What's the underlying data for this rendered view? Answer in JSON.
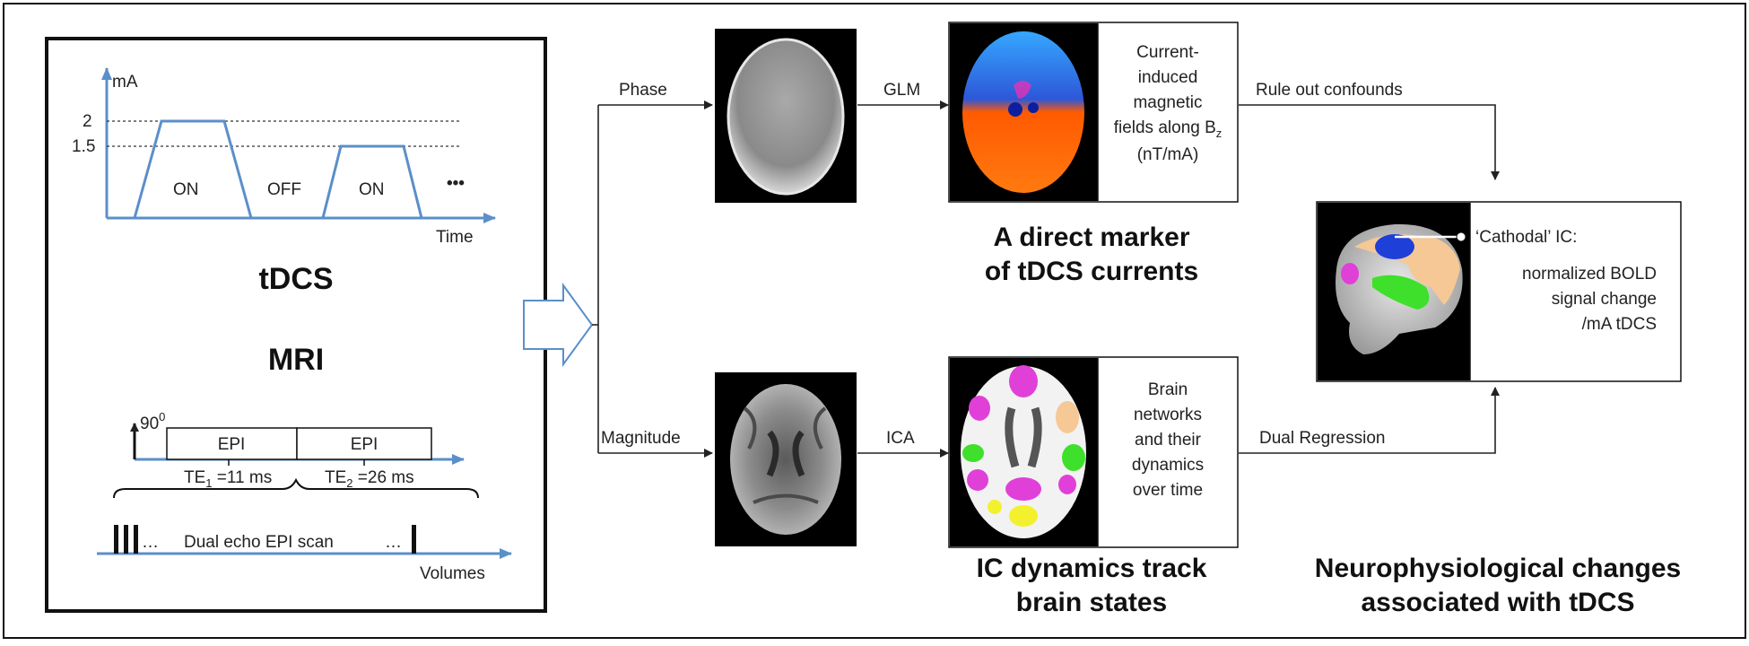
{
  "tdcs": {
    "y_unit": "mA",
    "tick_2": "2",
    "tick_15": "1.5",
    "on1": "ON",
    "off": "OFF",
    "on2": "ON",
    "ellipsis": "•••",
    "x_label": "Time",
    "title": "tDCS"
  },
  "mri": {
    "title": "MRI",
    "angle_base": "90",
    "angle_sup": "0",
    "epi1": "EPI",
    "epi2": "EPI",
    "te1_base": "TE",
    "te1_sub": "1",
    "te1_val": " =11 ms",
    "te2_base": "TE",
    "te2_sub": "2",
    "te2_val": " =26 ms",
    "scan_label": "Dual echo EPI scan",
    "dots_left": "…",
    "dots_right": "…",
    "x_label": "Volumes"
  },
  "flow": {
    "phase": "Phase",
    "magnitude": "Magnitude",
    "glm": "GLM",
    "ica": "ICA",
    "rule_out": "Rule out confounds",
    "dual_regression": "Dual Regression"
  },
  "phase_box": {
    "line1": "Current-",
    "line2": "induced",
    "line3": "magnetic",
    "line4_base": "fields along B",
    "line4_sub": "z",
    "line5": "(nT/mA)",
    "caption1": "A direct marker",
    "caption2": "of tDCS currents"
  },
  "ic_box": {
    "line1": "Brain",
    "line2": "networks",
    "line3": "and their",
    "line4": "dynamics",
    "line5": "over time",
    "caption1": "IC dynamics track",
    "caption2": "brain states"
  },
  "result_box": {
    "line1": "‘Cathodal’ IC:",
    "line2": "normalized BOLD",
    "line3": "signal change",
    "line4": "/mA tDCS",
    "caption1": "Neurophysiological changes",
    "caption2": "associated with tDCS"
  },
  "colors": {
    "axis_blue": "#5b8fc9",
    "frame": "#111111",
    "brain_magenta": "#e040d8",
    "brain_green": "#3fe02b",
    "brain_blue": "#1e3fd8",
    "brain_peach": "#f6c896",
    "brain_yellow": "#f3f02e"
  }
}
